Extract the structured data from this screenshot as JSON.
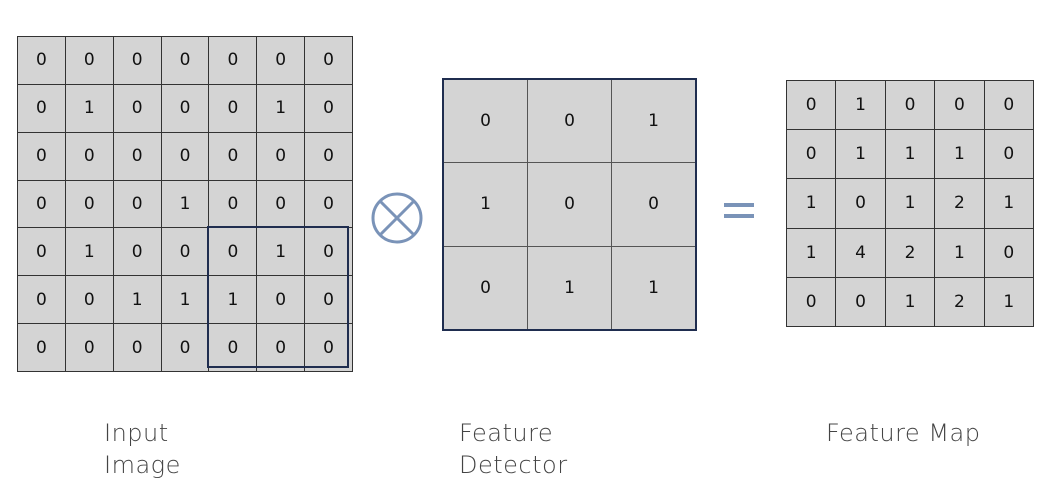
{
  "input_image": {
    "rows": [
      [
        "0",
        "0",
        "0",
        "0",
        "0",
        "0",
        "0"
      ],
      [
        "0",
        "1",
        "0",
        "0",
        "0",
        "1",
        "0"
      ],
      [
        "0",
        "0",
        "0",
        "0",
        "0",
        "0",
        "0"
      ],
      [
        "0",
        "0",
        "0",
        "1",
        "0",
        "0",
        "0"
      ],
      [
        "0",
        "1",
        "0",
        "0",
        "0",
        "1",
        "0"
      ],
      [
        "0",
        "0",
        "1",
        "1",
        "1",
        "0",
        "0"
      ],
      [
        "0",
        "0",
        "0",
        "0",
        "0",
        "0",
        "0"
      ]
    ],
    "caption": [
      "Input",
      "Image"
    ]
  },
  "feature_detector": {
    "rows": [
      [
        "0",
        "0",
        "1"
      ],
      [
        "1",
        "0",
        "0"
      ],
      [
        "0",
        "1",
        "1"
      ]
    ],
    "caption": [
      "Feature",
      "Detector"
    ]
  },
  "feature_map": {
    "rows": [
      [
        "0",
        "1",
        "0",
        "0",
        "0"
      ],
      [
        "0",
        "1",
        "1",
        "1",
        "0"
      ],
      [
        "1",
        "0",
        "1",
        "2",
        "1"
      ],
      [
        "1",
        "4",
        "2",
        "1",
        "0"
      ],
      [
        "0",
        "0",
        "1",
        "2",
        "1"
      ]
    ],
    "caption": [
      "Feature Map"
    ]
  },
  "operators": {
    "convolution": "convolution-operator-icon",
    "equals": "equals-sign-icon"
  },
  "colors": {
    "cell_fill": "#d4d4d4",
    "border_dark": "#1f2d4f",
    "operator_blue": "#7a93b8",
    "caption_text": "#444444"
  }
}
